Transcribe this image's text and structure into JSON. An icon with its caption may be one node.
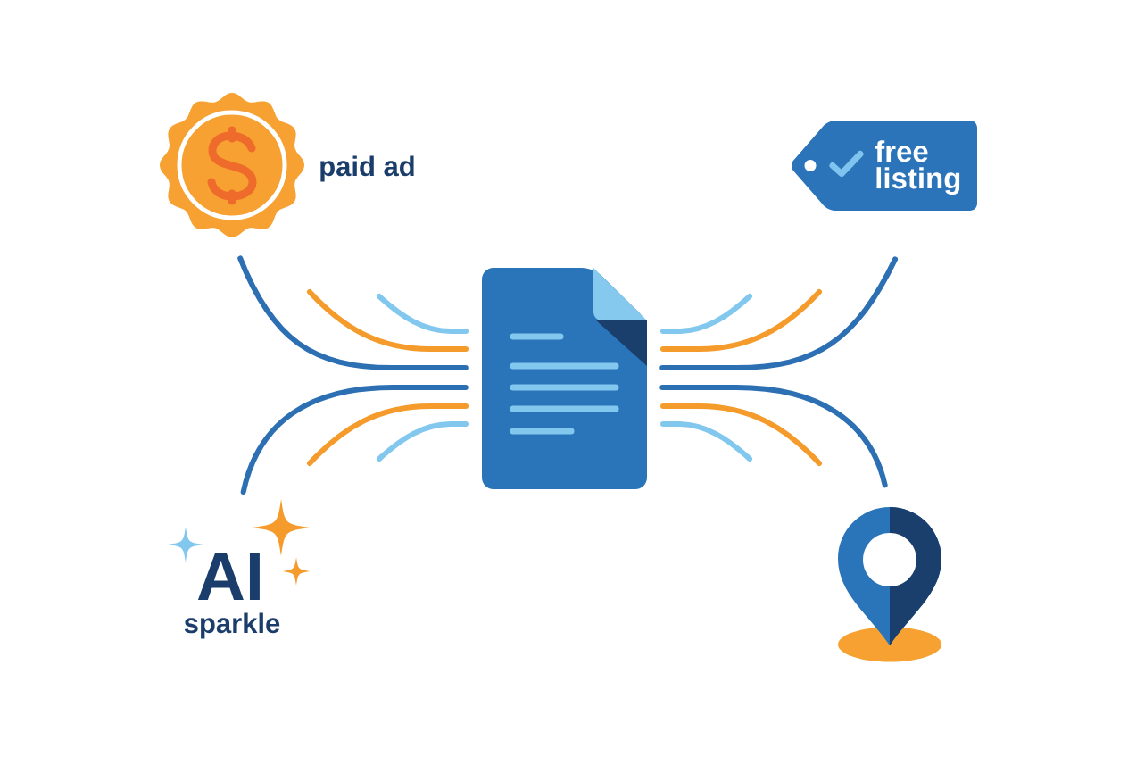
{
  "diagram": {
    "nodes": [
      {
        "text": [],
        "shape": "picture",
        "beside": [
          "paid ad"
        ]
      },
      {
        "text": [
          "free listing"
        ]
      },
      {
        "text": [],
        "shape": "picture"
      },
      {
        "text": [
          "AI",
          "sparkle"
        ]
      },
      {
        "text": [],
        "shape": "picture"
      }
    ],
    "edges": [
      {
        "from": 0,
        "to": 2,
        "arrow": "none"
      },
      {
        "from": 1,
        "to": 2,
        "arrow": "none"
      },
      {
        "from": 3,
        "to": 2,
        "arrow": "none"
      },
      {
        "from": 4,
        "to": 2,
        "arrow": "none"
      }
    ]
  }
}
